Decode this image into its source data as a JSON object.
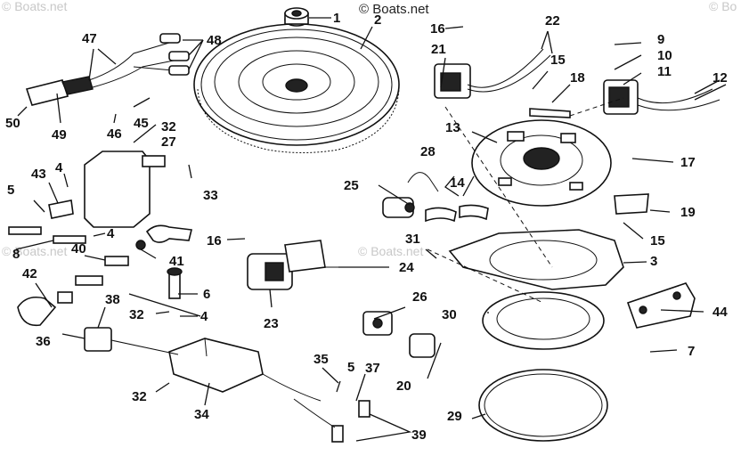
{
  "watermark": {
    "main": "© Boats.net",
    "faint_left": "© Boats.net",
    "faint_right": "© Bo",
    "faint_mid1": "© Boats.net",
    "faint_mid2": "© Boats.net"
  },
  "callouts": [
    "1",
    "2",
    "3",
    "4",
    "4",
    "4",
    "5",
    "5",
    "6",
    "7",
    "8",
    "9",
    "10",
    "11",
    "12",
    "13",
    "14",
    "15",
    "15",
    "16",
    "16",
    "16",
    "17",
    "18",
    "19",
    "20",
    "21",
    "22",
    "23",
    "24",
    "25",
    "26",
    "27",
    "28",
    "29",
    "30",
    "31",
    "32",
    "32",
    "32",
    "33",
    "34",
    "35",
    "36",
    "37",
    "38",
    "39",
    "40",
    "41",
    "42",
    "43",
    "44",
    "45",
    "46",
    "47",
    "48",
    "49",
    "50"
  ]
}
